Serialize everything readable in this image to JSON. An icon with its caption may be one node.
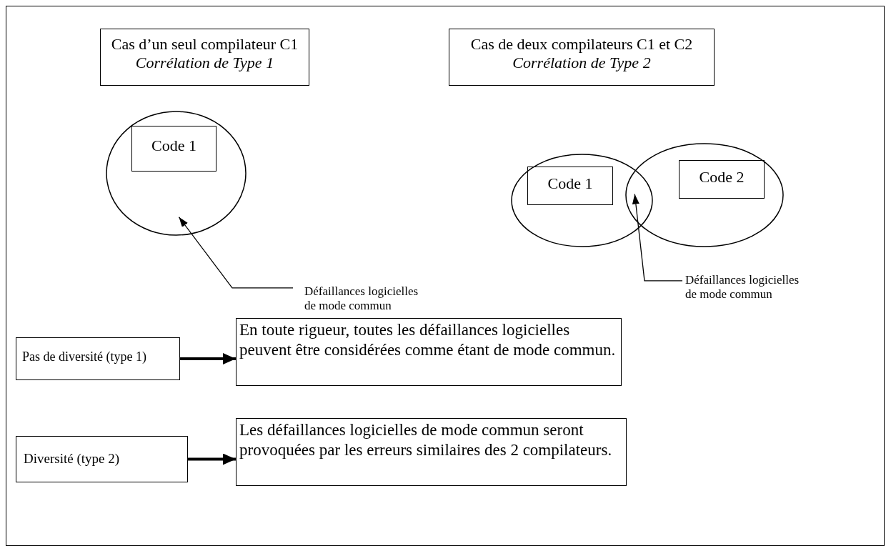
{
  "diagram": {
    "nodes": [
      {
        "text": [
          "Cas d’un seul compilateur C1",
          "Corrélation de Type 1"
        ]
      },
      {
        "text": [
          "Cas de deux compilateurs C1 et C2",
          "Corrélation de Type 2"
        ]
      },
      {
        "text": [],
        "shape": "ellipse"
      },
      {
        "text": [
          "Code 1"
        ],
        "in": 2
      },
      {
        "text": [
          "Défaillances logicielles de mode commun"
        ]
      },
      {
        "text": [],
        "shape": "ellipse"
      },
      {
        "text": [
          "Code 1"
        ],
        "in": 5
      },
      {
        "text": [],
        "shape": "ellipse"
      },
      {
        "text": [
          "Code 2"
        ],
        "in": 7
      },
      {
        "text": [
          "Défaillances logicielles de mode commun"
        ]
      },
      {
        "text": [
          "Pas de diversité (type 1)"
        ]
      },
      {
        "text": [
          "En toute rigueur, toutes les défaillances logicielles peuvent être considérées comme étant de mode commun."
        ]
      },
      {
        "text": [
          "Diversité (type 2)"
        ]
      },
      {
        "text": [
          "Les défaillances logicielles de mode commun seront provoquées par les erreurs similaires des 2 compilateurs."
        ]
      }
    ],
    "edges": [
      {
        "from": 4,
        "to": 2,
        "arrow": "to"
      },
      {
        "from": 9,
        "to": 7,
        "arrow": "to"
      },
      {
        "from": 10,
        "to": 11,
        "arrow": "to",
        "style": "thick"
      },
      {
        "from": 12,
        "to": 13,
        "arrow": "to",
        "style": "thick"
      }
    ]
  }
}
